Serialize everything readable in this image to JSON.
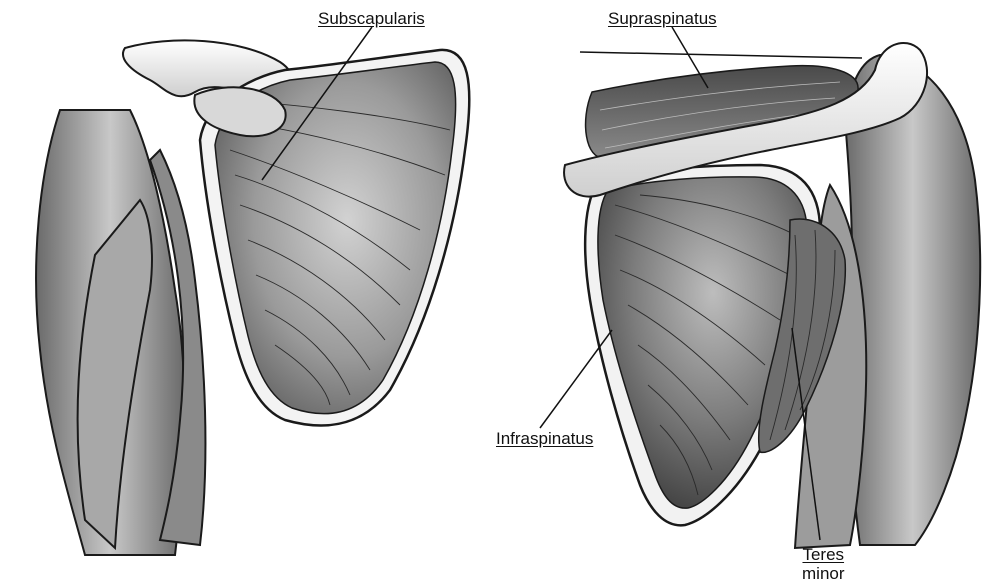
{
  "labels": {
    "subscapularis": "Subscapularis",
    "supraspinatus": "Supraspinatus",
    "infraspinatus": "Infraspinatus",
    "teres_minor_line1": "Teres",
    "teres_minor_line2": "minor"
  },
  "colors": {
    "muscle_dark": "#5a5a5a",
    "muscle_mid": "#8a8a8a",
    "muscle_light": "#c4c4c4",
    "bone": "#eeeeee",
    "outline": "#1a1a1a"
  }
}
